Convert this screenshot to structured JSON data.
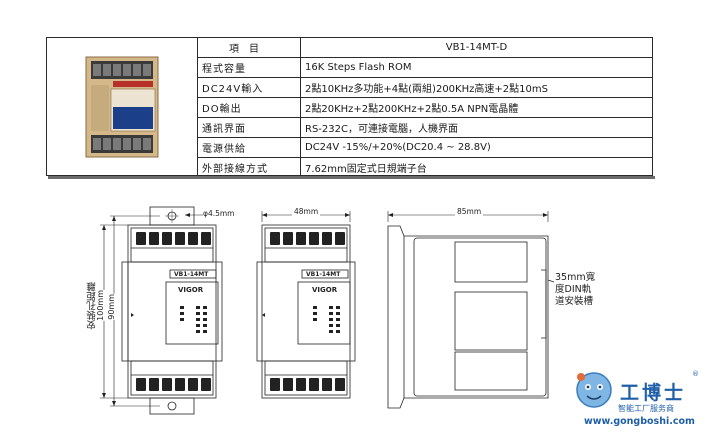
{
  "spec_table": {
    "header": {
      "key": "項目",
      "value": "VB1-14MT-D"
    },
    "rows": [
      {
        "key": "程式容量",
        "value": "16K Steps Flash ROM"
      },
      {
        "key": "DC24V輸入",
        "value": "2點10KHz多功能+4點(兩組)200KHz高速+2點10mS"
      },
      {
        "key": "DO輸出",
        "value": "2點20KHz+2點200KHz+2點0.5A NPN電晶體"
      },
      {
        "key": "通訊界面",
        "value": "RS-232C，可連接電腦，人機界面"
      },
      {
        "key": "電源供給",
        "value": "DC24V -15%/+20%(DC20.4 ~ 28.8V)"
      },
      {
        "key": "外部接線方式",
        "value": "7.62mm固定式日規端子台"
      }
    ]
  },
  "drawing": {
    "hole_dia": "φ4.5mm",
    "width_label": "48mm",
    "depth_label": "85mm",
    "mount_label": "安裝孔距離",
    "mount_value": "100mm",
    "height_value": "90mm",
    "model_label": "VB1-14MT",
    "brand_label": "VIGOR",
    "din_lines": [
      "35mm寬",
      "度DIN軌",
      "道安裝槽"
    ]
  },
  "watermark": {
    "title": "工博士",
    "subtitle": "智能工厂服务商",
    "url": "www.gongboshi.com",
    "registered": "®"
  },
  "colors": {
    "brand_blue": "#1f5fa8",
    "line": "#2a2a2a",
    "device_body": "#c9a878"
  }
}
